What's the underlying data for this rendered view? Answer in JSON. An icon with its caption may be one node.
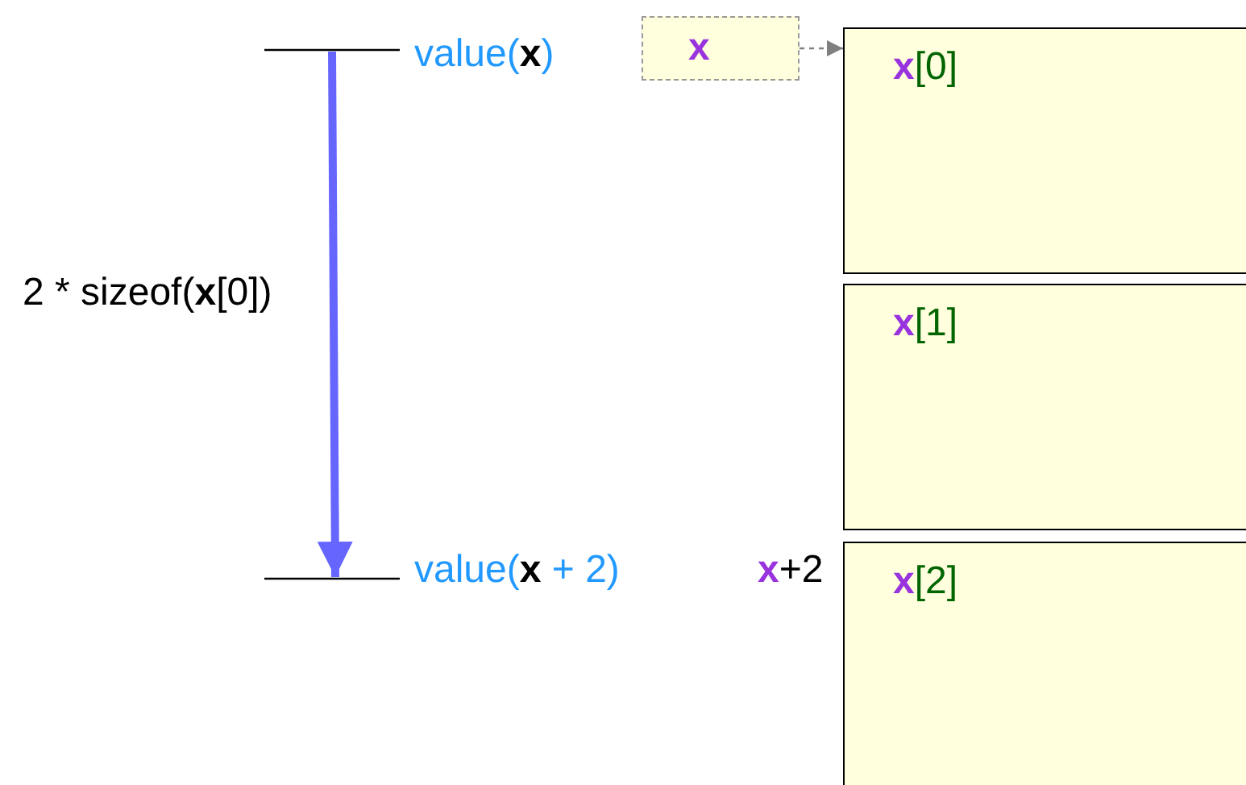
{
  "diagram": {
    "nodes": [
      {
        "text": [
          "x"
        ]
      },
      {
        "text": [
          "**x**[0]"
        ]
      },
      {
        "text": [
          "**x**[1]"
        ]
      },
      {
        "text": [
          "**x**[2]"
        ]
      }
    ],
    "edges": [
      {
        "from": 0,
        "to": 1,
        "arrow": "to",
        "style": "dashed",
        "color": "#808080"
      }
    ],
    "labels": [
      "value(**x**)",
      "2 * sizeof(**x**[0])",
      "value(**x** + 2)",
      "**x**+2"
    ]
  }
}
